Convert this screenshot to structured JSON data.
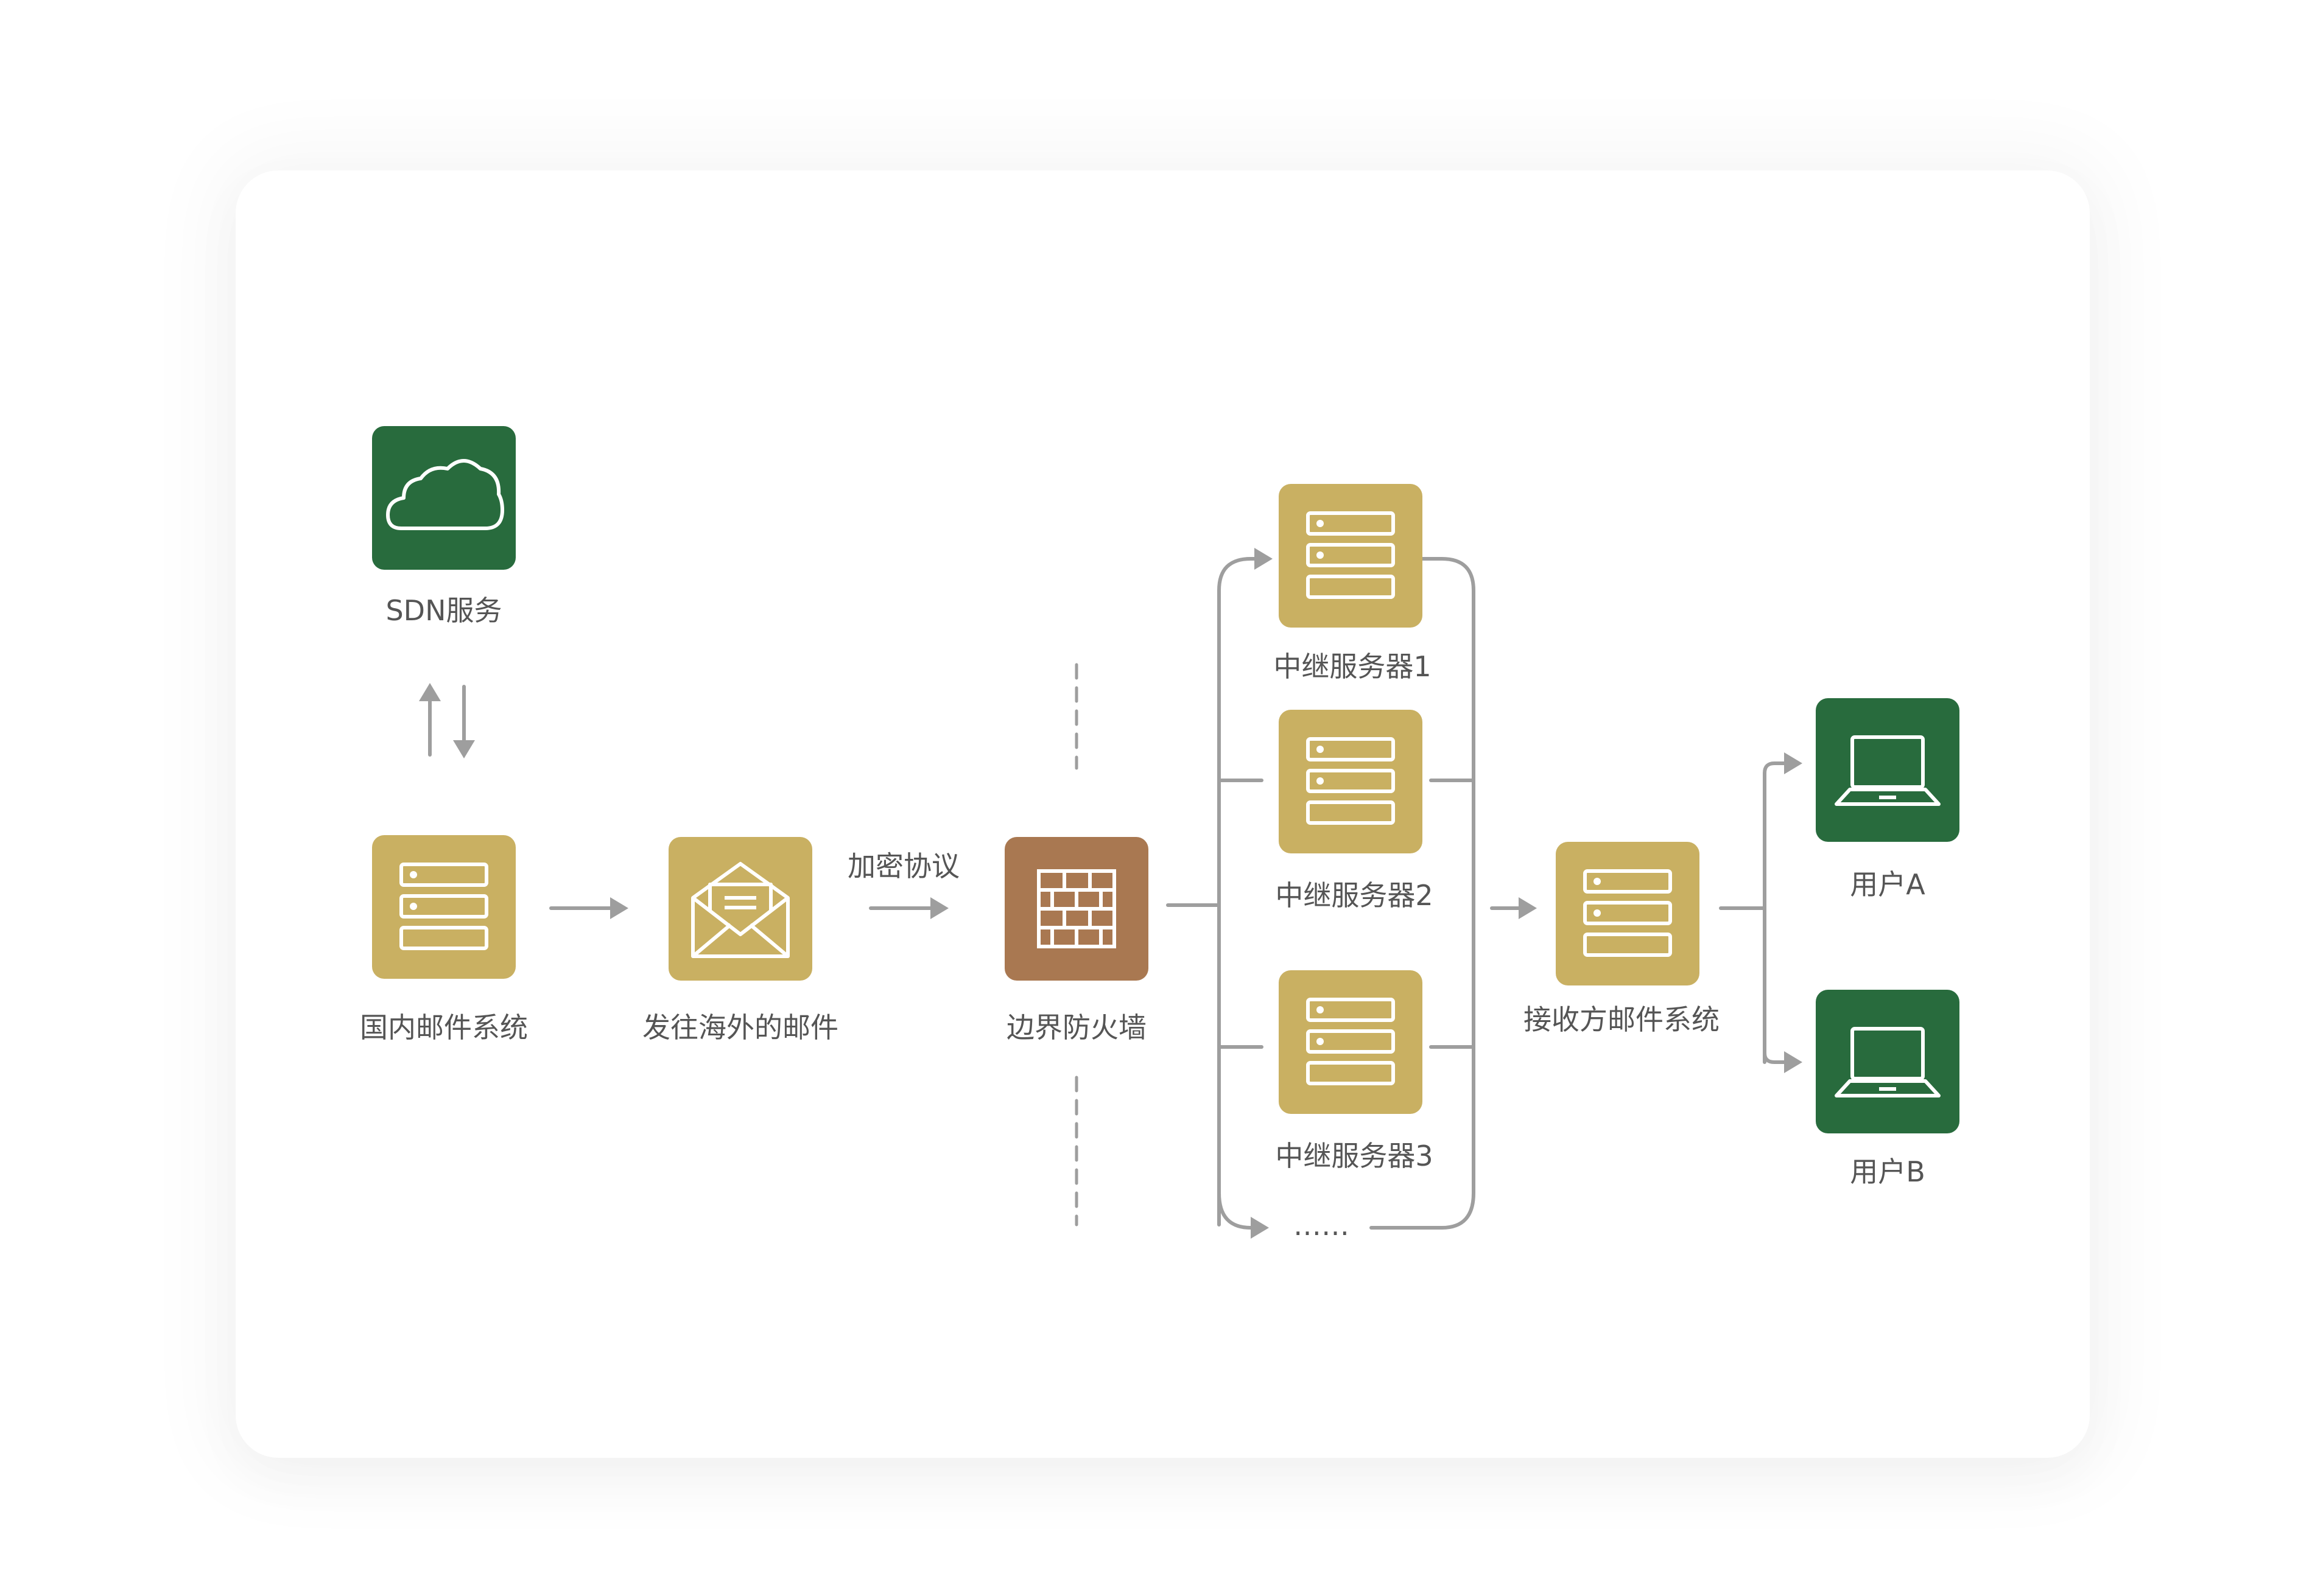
{
  "colors": {
    "gold": "#c9b062",
    "brown": "#a97851",
    "green": "#286b3d",
    "connector": "#9e9e9e",
    "label": "#555555"
  },
  "nodes": {
    "sdn": {
      "label": "SDN服务",
      "icon": "cloud-icon"
    },
    "domestic": {
      "label": "国内邮件系统",
      "icon": "server-icon"
    },
    "outbound": {
      "label": "发往海外的邮件",
      "icon": "mail-icon"
    },
    "firewall": {
      "label": "边界防火墙",
      "icon": "firewall-icon"
    },
    "relay1": {
      "label": "中继服务器1",
      "icon": "server-icon"
    },
    "relay2": {
      "label": "中继服务器2",
      "icon": "server-icon"
    },
    "relay3": {
      "label": "中继服务器3",
      "icon": "server-icon"
    },
    "receiver": {
      "label": "接收方邮件系统",
      "icon": "server-icon"
    },
    "userA": {
      "label": "用户A",
      "icon": "laptop-icon"
    },
    "userB": {
      "label": "用户B",
      "icon": "laptop-icon"
    }
  },
  "edges": {
    "encryption": "加密协议",
    "more_relays": "……"
  }
}
